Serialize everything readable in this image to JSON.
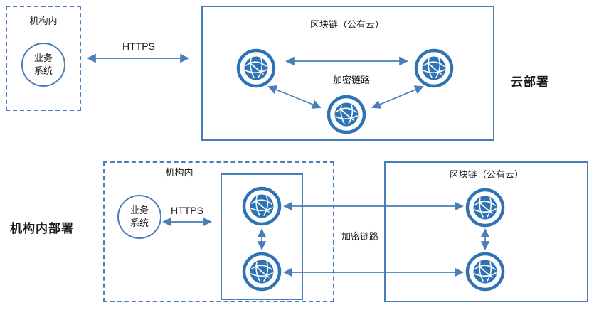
{
  "colors": {
    "accent": "#4a7ebb",
    "node": "#2e74b5"
  },
  "top": {
    "org_box_label": "机构内",
    "business_system": "业务\n系统",
    "https_label": "HTTPS",
    "blockchain_box_label": "区块链（公有云）",
    "encrypted_link_label": "加密链路",
    "section_label": "云部署"
  },
  "bottom": {
    "section_label": "机构内部署",
    "org_box_label": "机构内",
    "business_system": "业务\n系统",
    "https_label": "HTTPS",
    "blockchain_box_label": "区块链（公有云）",
    "encrypted_link_label": "加密链路"
  }
}
